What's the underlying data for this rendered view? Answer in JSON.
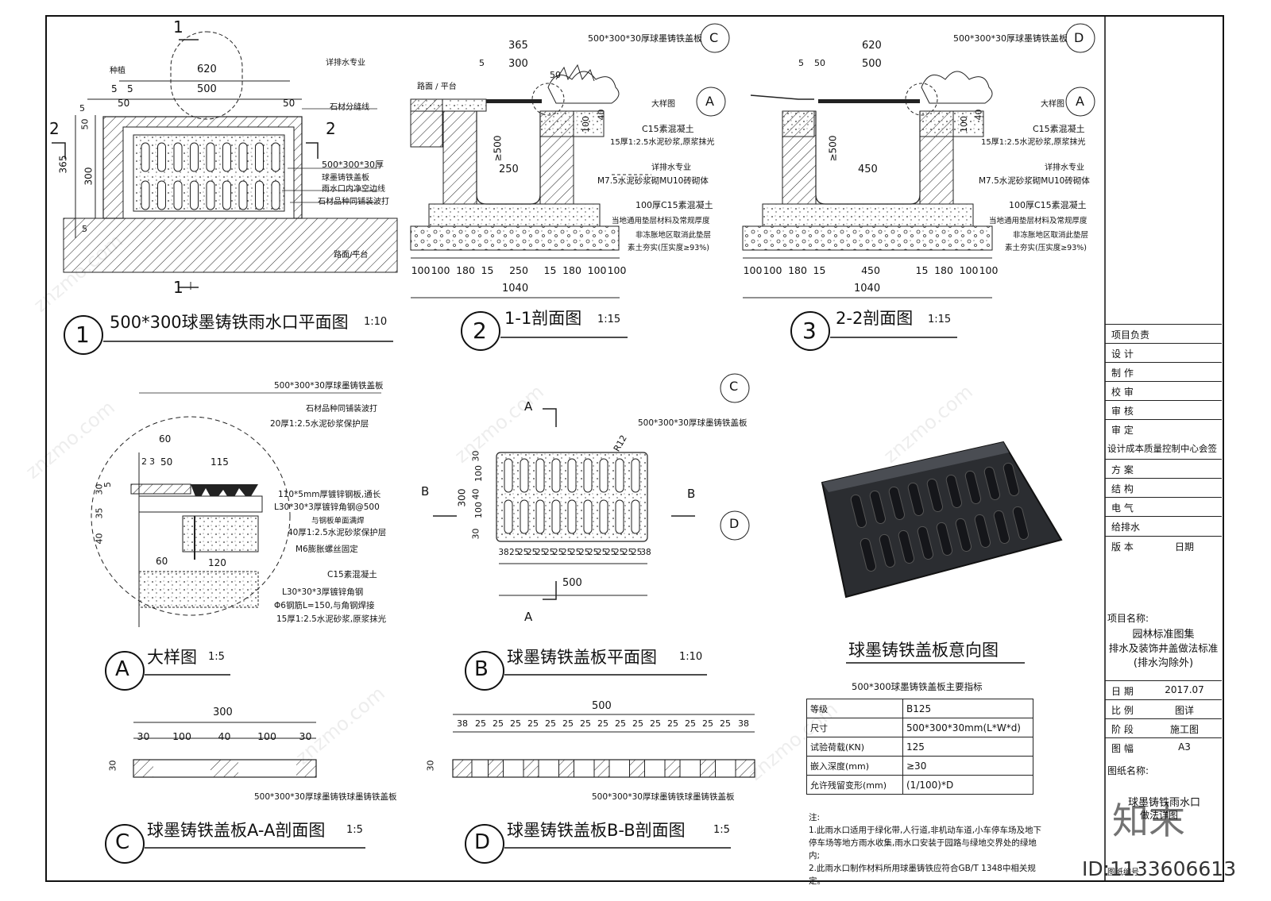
{
  "frame": {
    "title_block": {
      "rows": [
        {
          "k": "项目负责",
          "v": ""
        },
        {
          "k": "设 计",
          "v": ""
        },
        {
          "k": "制 作",
          "v": ""
        },
        {
          "k": "校 审",
          "v": ""
        },
        {
          "k": "审 核",
          "v": ""
        },
        {
          "k": "审 定",
          "v": ""
        }
      ],
      "qc_center": "设计成本质量控制中心会签",
      "disciplines": [
        {
          "k": "方 案",
          "v": ""
        },
        {
          "k": "结 构",
          "v": ""
        },
        {
          "k": "电 气",
          "v": ""
        },
        {
          "k": "给排水",
          "v": ""
        }
      ],
      "version_label": "版 本",
      "date_label": "日期",
      "project_label": "项目名称:",
      "project_lines": [
        "园林标准图集",
        "排水及装饰井盖做法标准",
        "(排水沟除外)"
      ],
      "meta": [
        {
          "k": "日 期",
          "v": "2017.07"
        },
        {
          "k": "比 例",
          "v": "图详"
        },
        {
          "k": "阶 段",
          "v": "施工图"
        },
        {
          "k": "图 幅",
          "v": "A3"
        }
      ],
      "drawing_name_label": "图纸名称:",
      "drawing_name": "球墨铸铁雨水口",
      "drawing_name2": "做法详图",
      "drawing_no_label": "图纸编号",
      "id_text": "ID:1133606613",
      "logo_text": "知末"
    }
  },
  "views": {
    "v1": {
      "num": "1",
      "title": "500*300球墨铸铁雨水口平面图",
      "scale": "1:10"
    },
    "v2": {
      "num": "2",
      "title": "1-1剖面图",
      "scale": "1:15"
    },
    "v3": {
      "num": "3",
      "title": "2-2剖面图",
      "scale": "1:15"
    },
    "vA": {
      "num": "A",
      "title": "大样图",
      "scale": "1:5"
    },
    "vB": {
      "num": "B",
      "title": "球墨铸铁盖板平面图",
      "scale": "1:10"
    },
    "vC": {
      "num": "C",
      "title": "球墨铸铁盖板A-A剖面图",
      "scale": "1:5"
    },
    "vD": {
      "num": "D",
      "title": "球墨铸铁盖板B-B剖面图",
      "scale": "1:5"
    },
    "photo": {
      "title": "球墨铸铁盖板意向图"
    }
  },
  "plan_labels": {
    "planting": "种植",
    "detail_drain": "详排水专业",
    "stone_line": "石材分缝线",
    "cover": "500*300*30厚",
    "cover2": "球墨铸铁盖板",
    "inner_edge": "雨水口内净空边线",
    "stone_joint": "石材品种同铺装波打",
    "road": "路面/平台",
    "dims": {
      "d620": "620",
      "d500": "500",
      "d5a": "5",
      "d5b": "5",
      "d50a": "50",
      "d50b": "50",
      "d365": "365",
      "d300": "300",
      "d5c": "5",
      "d50c": "50",
      "d5d": "5"
    },
    "sec1": "1",
    "sec1b": "1",
    "sec2": "2",
    "sec2b": "2"
  },
  "section_labels": {
    "cover_c": "500*300*30厚球墨铸铁盖板",
    "cover_d": "500*300*30厚球墨铸铁盖板",
    "road": "路面 / 平台",
    "detail": "大样图",
    "c15": "C15素混凝土",
    "mortar15": "15厚1:2.5水泥砂浆,原浆抹光",
    "drain": "详排水专业",
    "brick": "M7.5水泥砂浆砌MU10砖砌体",
    "base100": "100厚C15素混凝土",
    "cushion": "当地通用垫层材料及常规厚度",
    "frost": "非冻胀地区取消此垫层",
    "soil": "素土夯实(压实度≥93%)",
    "ge500": "≥500",
    "w250": "250",
    "w450": "450",
    "top365": "365",
    "top300": "300",
    "top620": "620",
    "top500": "500",
    "d5": "5",
    "d50": "50",
    "d100": "100",
    "d40": "40",
    "bottom_dims_1": [
      "100",
      "100",
      "180",
      "15",
      "250",
      "15",
      "180",
      "100",
      "100"
    ],
    "bottom_dims_2": [
      "100",
      "100",
      "180",
      "15",
      "450",
      "15",
      "180",
      "100",
      "100"
    ],
    "total": "1040"
  },
  "detailA_labels": {
    "l1": "500*300*30厚球墨铸铁盖板",
    "l2": "石材品种同铺装波打",
    "l3": "20厚1:2.5水泥砂浆保护层",
    "l4": "110*5mm厚镀锌钢板,通长",
    "l5": "L30*30*3厚镀锌角钢@500",
    "l5b": "与钢板单面满焊",
    "l6": "40厚1:2.5水泥砂浆保护层",
    "l7": "M6膨胀螺丝固定",
    "l8": "C15素混凝土",
    "l9": "L30*30*3厚镀锌角钢",
    "l10": "Φ6钢筋L=150,与角钢焊接",
    "l11": "15厚1:2.5水泥砂浆,原浆抹光",
    "dims": {
      "d60": "60",
      "d2": "2",
      "d3": "3",
      "d50": "50",
      "d115": "115",
      "d30": "30",
      "d5": "5",
      "d35": "35",
      "d40": "40",
      "d60b": "60",
      "d120": "120"
    }
  },
  "planB_labels": {
    "cover": "500*300*30厚球墨铸铁盖板",
    "r12": "R12",
    "secA": "A",
    "secA2": "A",
    "secB": "B",
    "secB2": "B",
    "w500": "500",
    "h300": "300",
    "left_dims": [
      "30",
      "100",
      "40",
      "100",
      "30"
    ],
    "bottom_dims": [
      "38",
      "25",
      "25",
      "25",
      "25",
      "25",
      "25",
      "25",
      "25",
      "25",
      "25",
      "25",
      "25",
      "25",
      "25",
      "25",
      "38"
    ],
    "c": "C",
    "d": "D"
  },
  "secC_labels": {
    "total": "300",
    "dims": [
      "30",
      "100",
      "40",
      "100",
      "30"
    ],
    "thick": "30",
    "note": "500*300*30厚球墨铸铁球墨铸铁盖板"
  },
  "secD_labels": {
    "total": "500",
    "dims": [
      "38",
      "25",
      "25",
      "25",
      "25",
      "25",
      "25",
      "25",
      "25",
      "25",
      "25",
      "25",
      "25",
      "25",
      "25",
      "25",
      "38"
    ],
    "thick": "30",
    "note": "500*300*30厚球墨铸铁球墨铸铁盖板"
  },
  "spec": {
    "caption": "500*300球墨铸铁盖板主要指标",
    "rows": [
      {
        "k": "等级",
        "v": "B125"
      },
      {
        "k": "尺寸",
        "v": "500*300*30mm(L*W*d)"
      },
      {
        "k": "试验荷载(KN)",
        "v": "125"
      },
      {
        "k": "嵌入深度(mm)",
        "v": "≥30"
      },
      {
        "k": "允许残留变形(mm)",
        "v": "(1/100)*D"
      }
    ]
  },
  "notes": {
    "title": "注:",
    "n1": "1.此雨水口适用于绿化带,人行道,非机动车道,小车停车场及地下停车场等地方雨水收集,雨水口安装于园路与绿地交界处的绿地内;",
    "n2": "2.此雨水口制作材料所用球墨铸铁应符合GB/T 1348中相关规定。"
  },
  "watermark": "znzmo.com"
}
